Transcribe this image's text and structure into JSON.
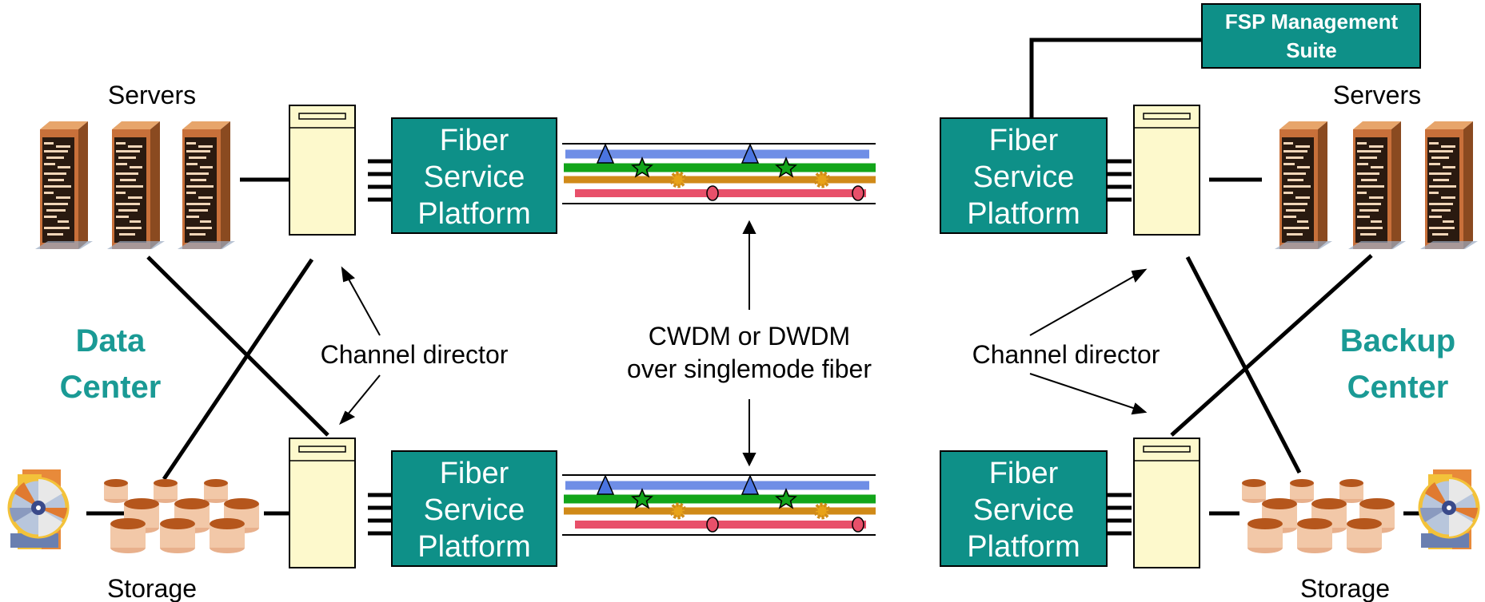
{
  "labels": {
    "servers_left": "Servers",
    "servers_right": "Servers",
    "storage_left": "Storage",
    "storage_right": "Storage",
    "data_center_line1": "Data",
    "data_center_line2": "Center",
    "backup_center_line1": "Backup",
    "backup_center_line2": "Center",
    "channel_director_left": "Channel director",
    "channel_director_right": "Channel director",
    "wdm_line1": "CWDM or DWDM",
    "wdm_line2": "over singlemode fiber"
  },
  "fsp": {
    "line1": "Fiber",
    "line2": "Service",
    "line3": "Platform"
  },
  "management": {
    "line1": "FSP Management",
    "line2": "Suite"
  },
  "colors": {
    "fsp_fill": "#0e9088",
    "teal_text": "#1a9a95",
    "director_fill": "#fdf9cc",
    "lambda_blue": "#6f8ee6",
    "lambda_green": "#12a51a",
    "lambda_orange": "#d08a18",
    "lambda_red": "#e8506a"
  },
  "icons": {
    "server": "server-tower-icon",
    "storage": "disk-array-icon",
    "tape": "tape-library-icon",
    "director": "channel-director-icon"
  }
}
